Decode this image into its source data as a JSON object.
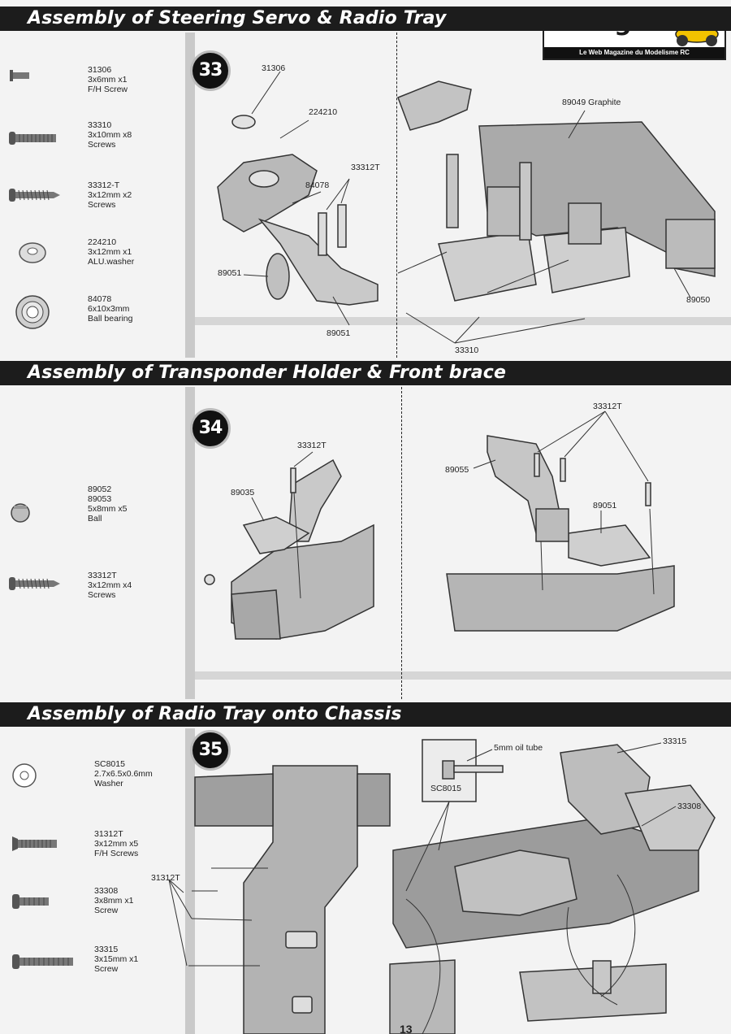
{
  "logo": {
    "name": "rcmag.com",
    "tagline": "Le Web Magazine du Modelisme RC"
  },
  "page_number": "13",
  "steps": [
    {
      "title": "Assembly of Steering Servo & Radio Tray",
      "number": "33",
      "parts": [
        {
          "icon": "flat-head-screw-icon",
          "code": "31306",
          "size": "3x6mm x1",
          "desc": "F/H Screw"
        },
        {
          "icon": "button-head-screw-icon",
          "code": "33310",
          "size": "3x10mm x8",
          "desc": "Screws"
        },
        {
          "icon": "self-tapping-screw-icon",
          "code": "33312-T",
          "size": "3x12mm x2",
          "desc": "Screws"
        },
        {
          "icon": "washer-icon",
          "code": "224210",
          "size": "3x12mm x1",
          "desc": "ALU.washer"
        },
        {
          "icon": "ball-bearing-icon",
          "code": "84078",
          "size": "6x10x3mm",
          "desc": "Ball bearing"
        }
      ],
      "callouts": [
        "31306",
        "224210",
        "33312T",
        "84078",
        "89051",
        "89051",
        "89049  Graphite",
        "89050",
        "33310"
      ]
    },
    {
      "title": "Assembly of Transponder Holder & Front brace",
      "number": "34",
      "parts": [
        {
          "icon": "ball-stud-icon",
          "code": "89052",
          "code2": "89053",
          "size": "5x8mm x5",
          "desc": "Ball"
        },
        {
          "icon": "self-tapping-screw-icon",
          "code": "33312T",
          "size": "3x12mm x4",
          "desc": "Screws"
        }
      ],
      "callouts": [
        "33312T",
        "89035",
        "33312T",
        "89055",
        "89051"
      ]
    },
    {
      "title": "Assembly of Radio Tray onto Chassis",
      "number": "35",
      "parts": [
        {
          "icon": "washer-icon",
          "code": "SC8015",
          "size": "2.7x6.5x0.6mm",
          "desc": "Washer"
        },
        {
          "icon": "flat-head-screw-icon",
          "code": "31312T",
          "size": "3x12mm x5",
          "desc": "F/H Screws"
        },
        {
          "icon": "button-head-screw-icon",
          "code": "33308",
          "size": "3x8mm x1",
          "desc": "Screw"
        },
        {
          "icon": "long-screw-icon",
          "code": "33315",
          "size": "3x15mm x1",
          "desc": "Screw"
        }
      ],
      "callouts": [
        "31312T",
        "5mm oil tube",
        "SC8015",
        "33315",
        "33308"
      ]
    }
  ]
}
